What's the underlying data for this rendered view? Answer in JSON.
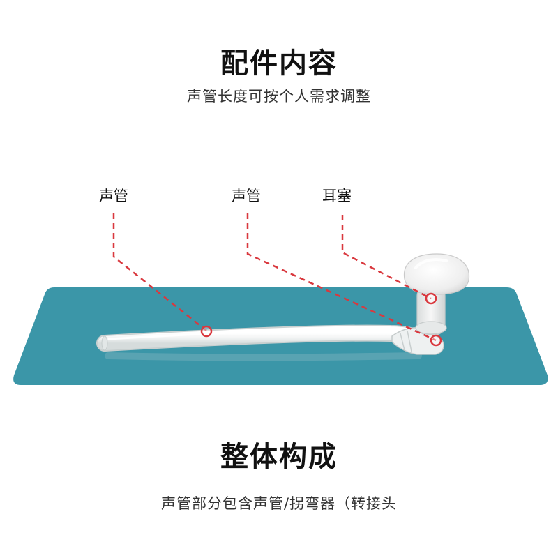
{
  "header": {
    "title": "配件内容",
    "subtitle": "声管长度可按个人需求调整"
  },
  "callouts": [
    {
      "label": "声管"
    },
    {
      "label": "声管"
    },
    {
      "label": "耳塞"
    }
  ],
  "footer": {
    "title": "整体构成",
    "subtitle": "声管部分包含声管/拐弯器（转接头"
  },
  "colors": {
    "mat": "#3b96a8",
    "callout": "#d9383e",
    "tube": "#f2f4f4"
  }
}
